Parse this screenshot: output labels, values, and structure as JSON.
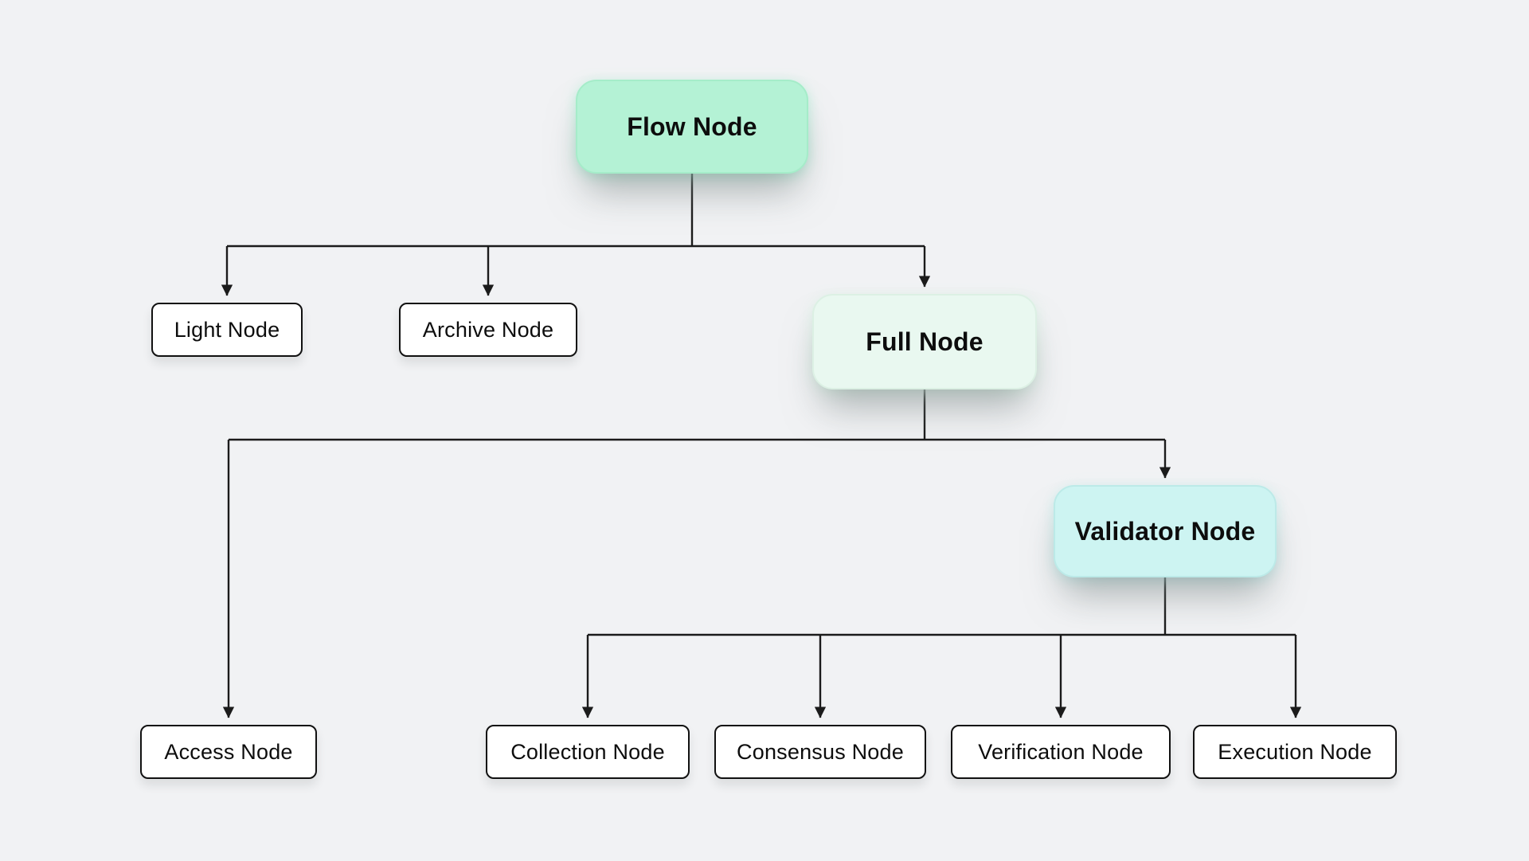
{
  "diagram": {
    "background_color": "#f1f2f4",
    "line_color": "#1b1b1b",
    "nodes": {
      "flow": {
        "label": "Flow Node",
        "fill": "#b4f2d5",
        "parent": null
      },
      "light": {
        "label": "Light Node",
        "fill": "#ffffff",
        "parent": "flow"
      },
      "archive": {
        "label": "Archive Node",
        "fill": "#ffffff",
        "parent": "flow"
      },
      "full": {
        "label": "Full Node",
        "fill": "#e9f8f0",
        "parent": "flow"
      },
      "access": {
        "label": "Access Node",
        "fill": "#ffffff",
        "parent": "full"
      },
      "validator": {
        "label": "Validator Node",
        "fill": "#cdf4f2",
        "parent": "full"
      },
      "collection": {
        "label": "Collection Node",
        "fill": "#ffffff",
        "parent": "validator"
      },
      "consensus": {
        "label": "Consensus Node",
        "fill": "#ffffff",
        "parent": "validator"
      },
      "verification": {
        "label": "Verification Node",
        "fill": "#ffffff",
        "parent": "validator"
      },
      "execution": {
        "label": "Execution Node",
        "fill": "#ffffff",
        "parent": "validator"
      }
    },
    "edges": [
      {
        "from": "flow",
        "to": "light"
      },
      {
        "from": "flow",
        "to": "archive"
      },
      {
        "from": "flow",
        "to": "full"
      },
      {
        "from": "full",
        "to": "access"
      },
      {
        "from": "full",
        "to": "validator"
      },
      {
        "from": "validator",
        "to": "collection"
      },
      {
        "from": "validator",
        "to": "consensus"
      },
      {
        "from": "validator",
        "to": "verification"
      },
      {
        "from": "validator",
        "to": "execution"
      }
    ]
  }
}
